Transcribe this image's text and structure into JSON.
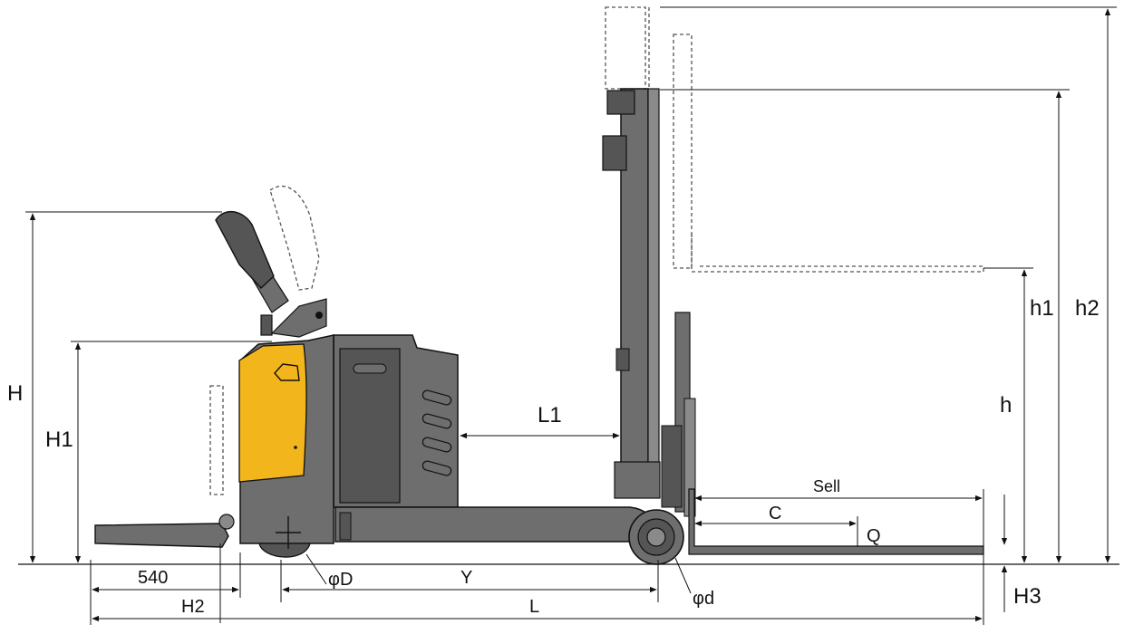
{
  "colors": {
    "body": "#6e6e6e",
    "body_dark": "#555555",
    "body_light": "#8a8a8a",
    "accent_yellow": "#f2b51c",
    "line": "#111111"
  },
  "labels": {
    "H": "H",
    "H1": "H1",
    "H2": "H2",
    "H3": "H3",
    "h": "h",
    "h1": "h1",
    "h2": "h2",
    "L": "L",
    "L1": "L1",
    "Y": "Y",
    "C": "C",
    "Q": "Q",
    "Sell": "Sell",
    "phiD": "φD",
    "phid": "φd",
    "dim540": "540"
  }
}
